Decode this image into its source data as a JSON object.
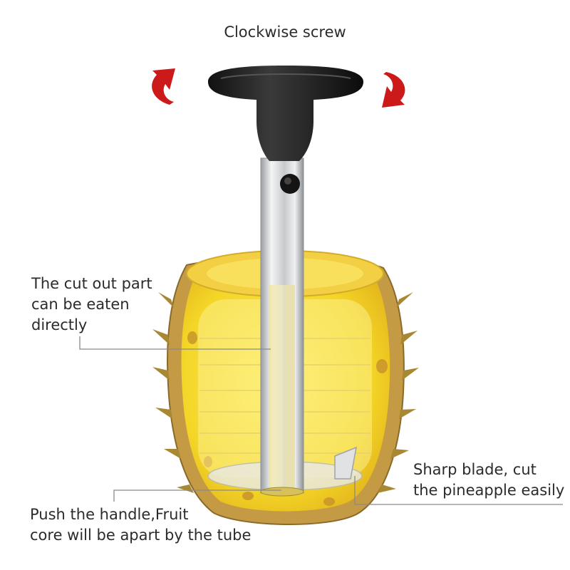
{
  "title": "Clockwise screw",
  "annotations": {
    "eaten": [
      "The cut out part",
      "can be eaten",
      "directly"
    ],
    "blade": [
      "Sharp blade, cut",
      "the pineapple easily"
    ],
    "push": [
      "Push the handle,Fruit",
      "core will be apart by the tube"
    ]
  },
  "colors": {
    "arrow": "#cc1a1a",
    "handle": "#1c1c1c",
    "flesh": "#f5dd2a",
    "skin": "#c9a24a",
    "steel": "#d8dadc",
    "leader": "#8a8a8a"
  }
}
